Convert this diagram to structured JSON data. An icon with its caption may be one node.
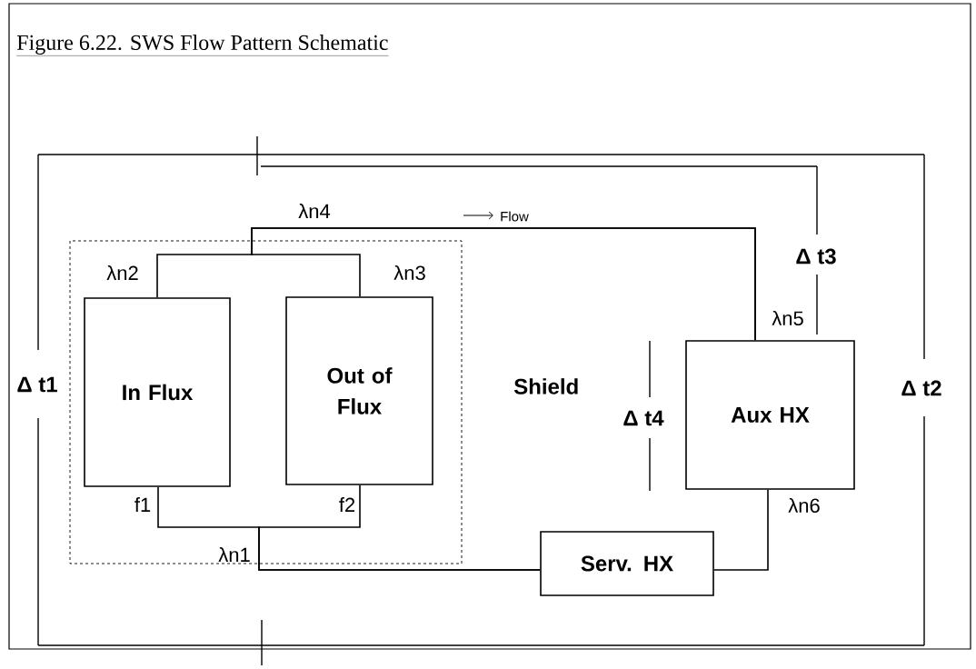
{
  "diagram": {
    "title": "Figure 6.22.  SWS Flow Pattern Schematic",
    "nodes": [
      {
        "text": [
          "Shield"
        ]
      },
      {
        "text": [
          "In Flux"
        ],
        "in": 0
      },
      {
        "text": [
          "Out of Flux"
        ],
        "in": 0
      },
      {
        "text": [
          "Aux HX"
        ]
      },
      {
        "text": [
          "Serv. HX"
        ]
      }
    ],
    "edges": [
      {
        "from": 1,
        "to": 3,
        "arrow": "none"
      },
      {
        "from": 2,
        "to": 3,
        "arrow": "none"
      },
      {
        "from": 3,
        "to": 4,
        "arrow": "none"
      },
      {
        "from": 4,
        "to": 1,
        "arrow": "none"
      },
      {
        "from": 4,
        "to": 2,
        "arrow": "none"
      }
    ],
    "labels": [
      "λn4",
      "Flow",
      "Δ t3",
      "λn2",
      "λn3",
      "λn5",
      "Δ t1",
      "Δ t2",
      "Δ t4",
      "f1",
      "f2",
      "λn6",
      "λn1"
    ]
  }
}
